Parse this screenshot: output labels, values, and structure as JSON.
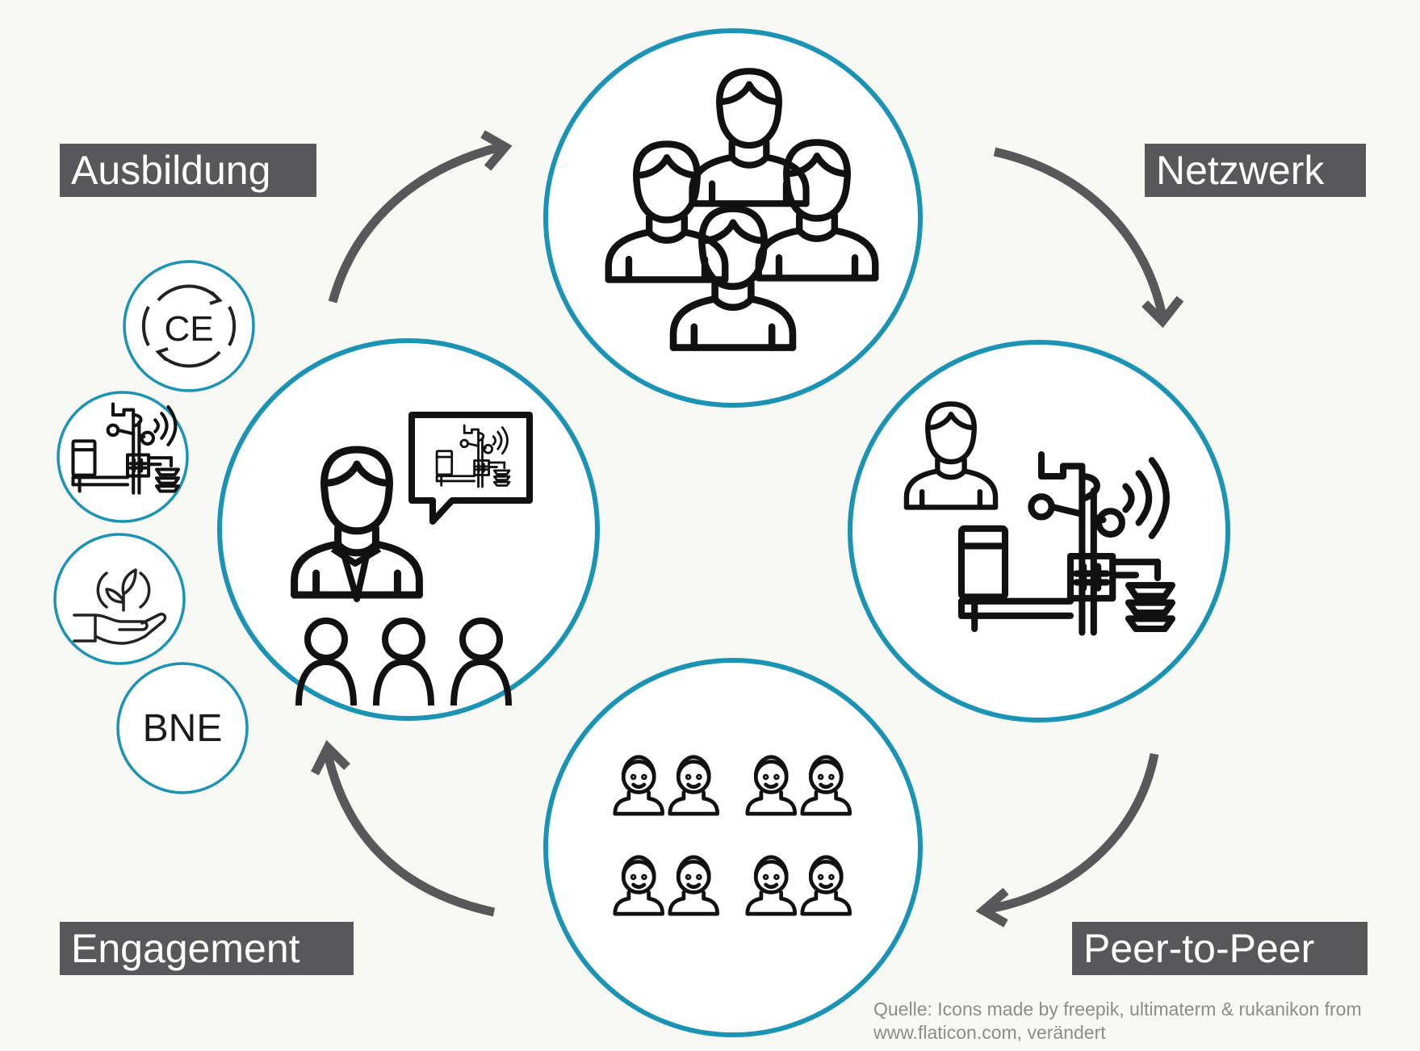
{
  "labels": {
    "ausbildung": "Ausbildung",
    "netzwerk": "Netzwerk",
    "engagement": "Engagement",
    "peer_to_peer": "Peer-to-Peer"
  },
  "small_circles": {
    "ce": "CE",
    "bne": "BNE"
  },
  "source_note": {
    "line1": "Quelle: Icons made by freepik, ultimaterm & rukanikon from",
    "line2": "www.flaticon.com, verändert"
  },
  "colors": {
    "circle_stroke": "#1b93b4",
    "arrow": "#58585a",
    "label_bg": "#58585a",
    "icon": "#111111",
    "background": "#f8f8f4"
  },
  "icons": {
    "network_circle": "group-of-people-icon",
    "peer_circle": "person-with-weather-station-icon",
    "engagement_circle": "group-of-children-icon",
    "ausbildung_circle": "teacher-presentation-icon",
    "small_circle_2": "weather-station-icon",
    "small_circle_3": "hand-holding-plant-icon",
    "ce_arrows": "circular-arrows-icon"
  }
}
